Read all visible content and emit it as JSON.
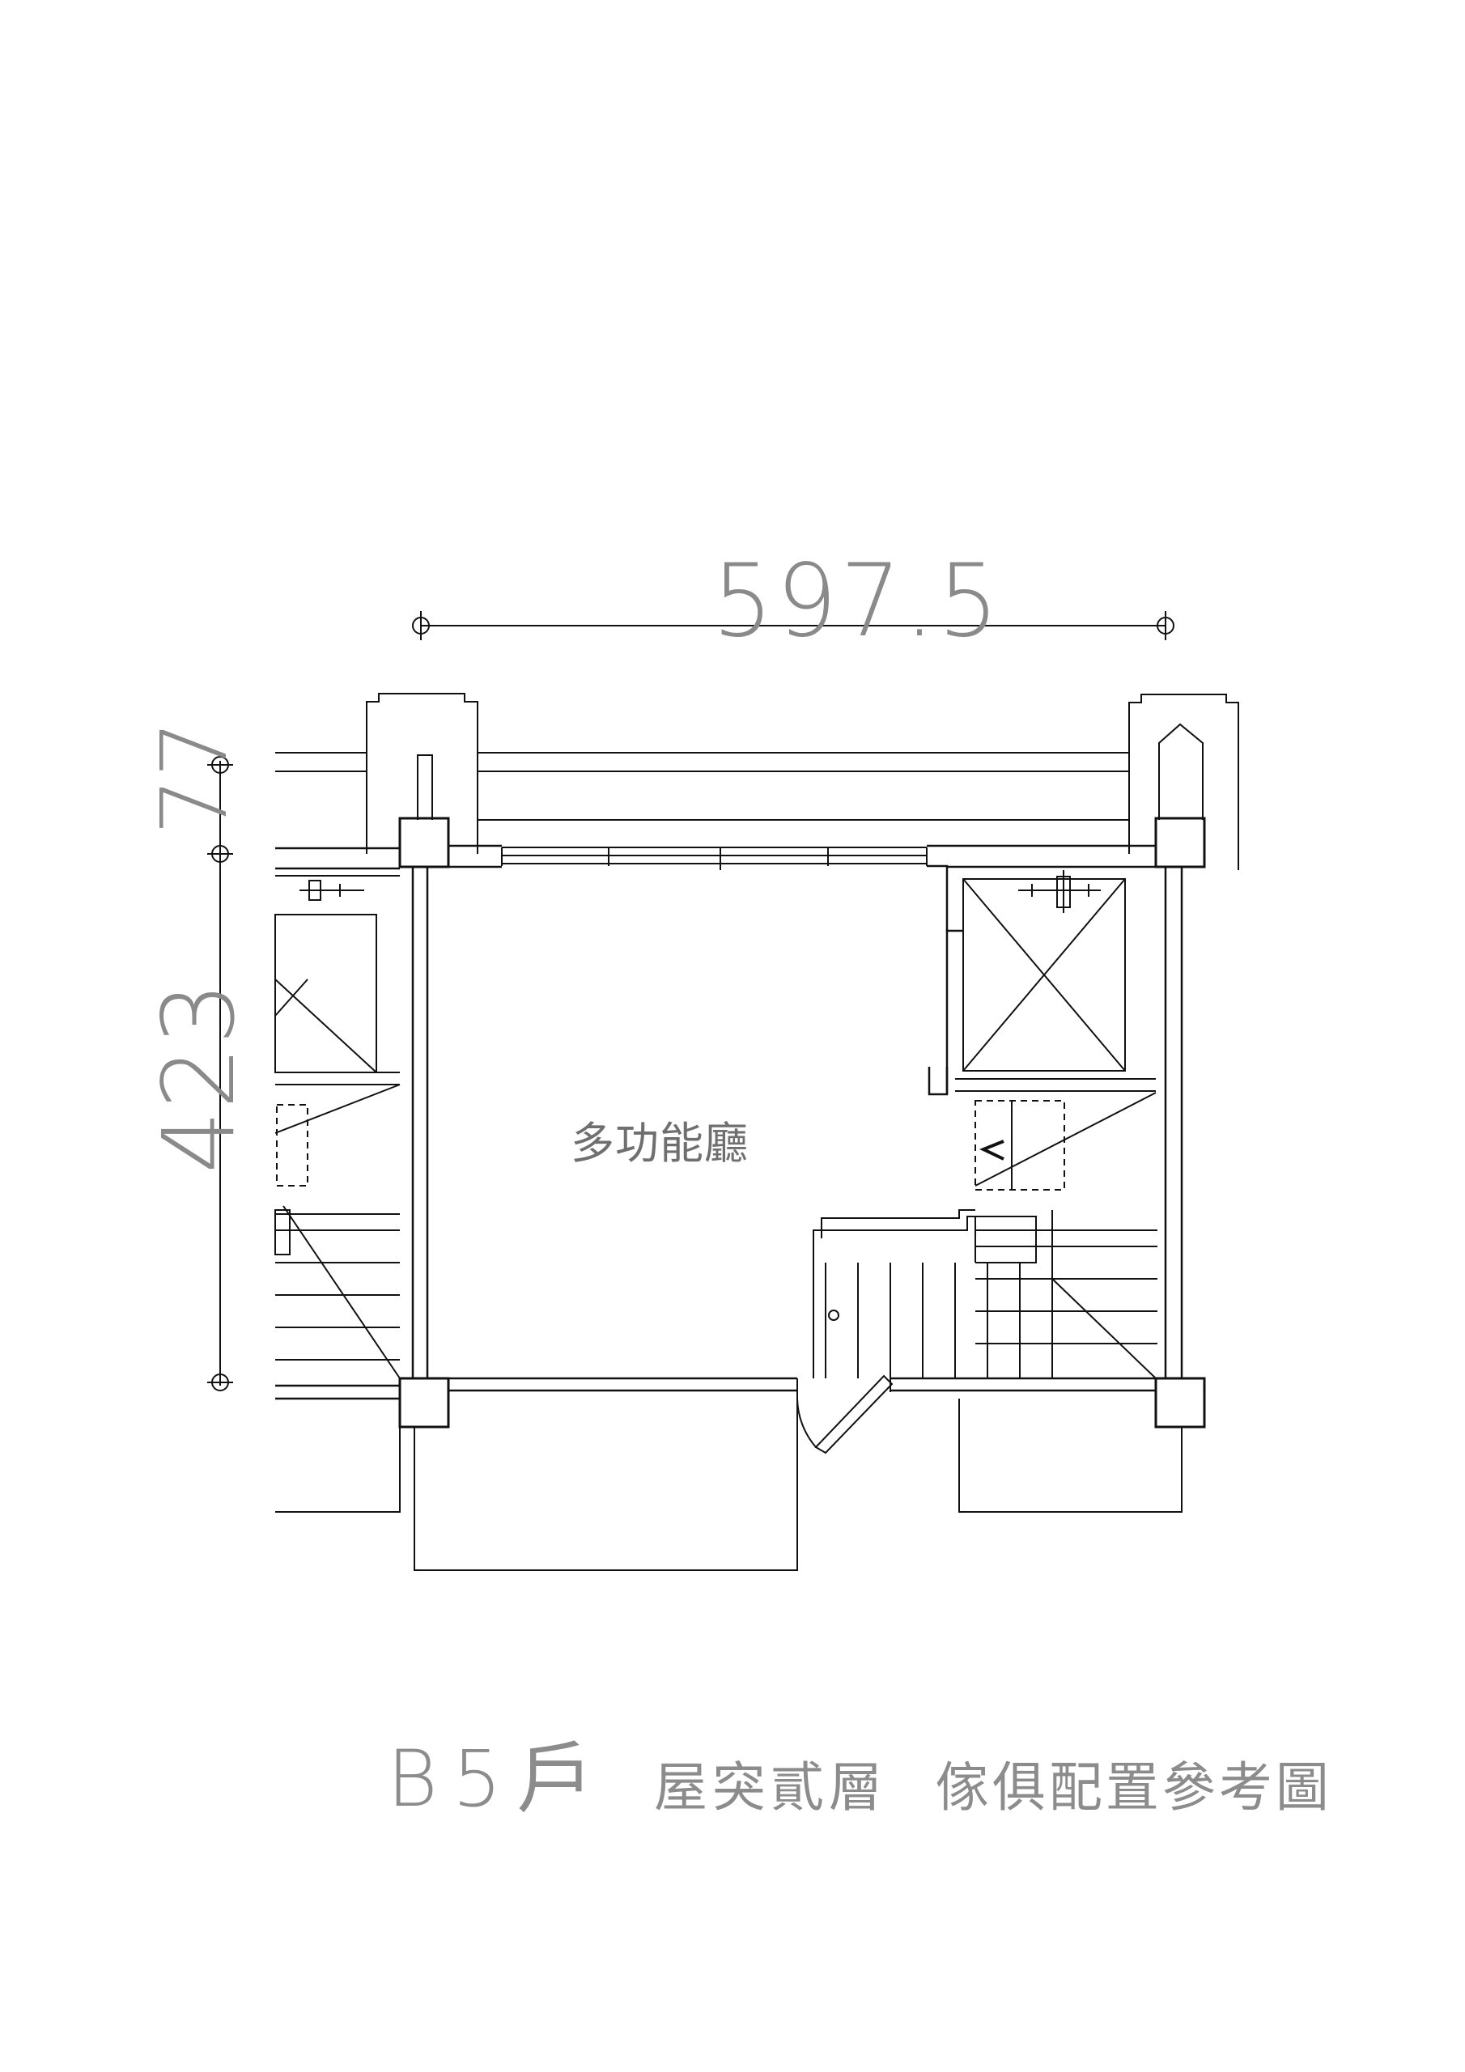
{
  "dimensions": {
    "overall_width": "597.5",
    "parapet_depth": "77",
    "room_depth": "423"
  },
  "rooms": {
    "multi_purpose_hall": "多功能廳"
  },
  "title": {
    "unit": "B5戶",
    "floor": "屋突貳層",
    "description": "傢俱配置參考圖"
  }
}
